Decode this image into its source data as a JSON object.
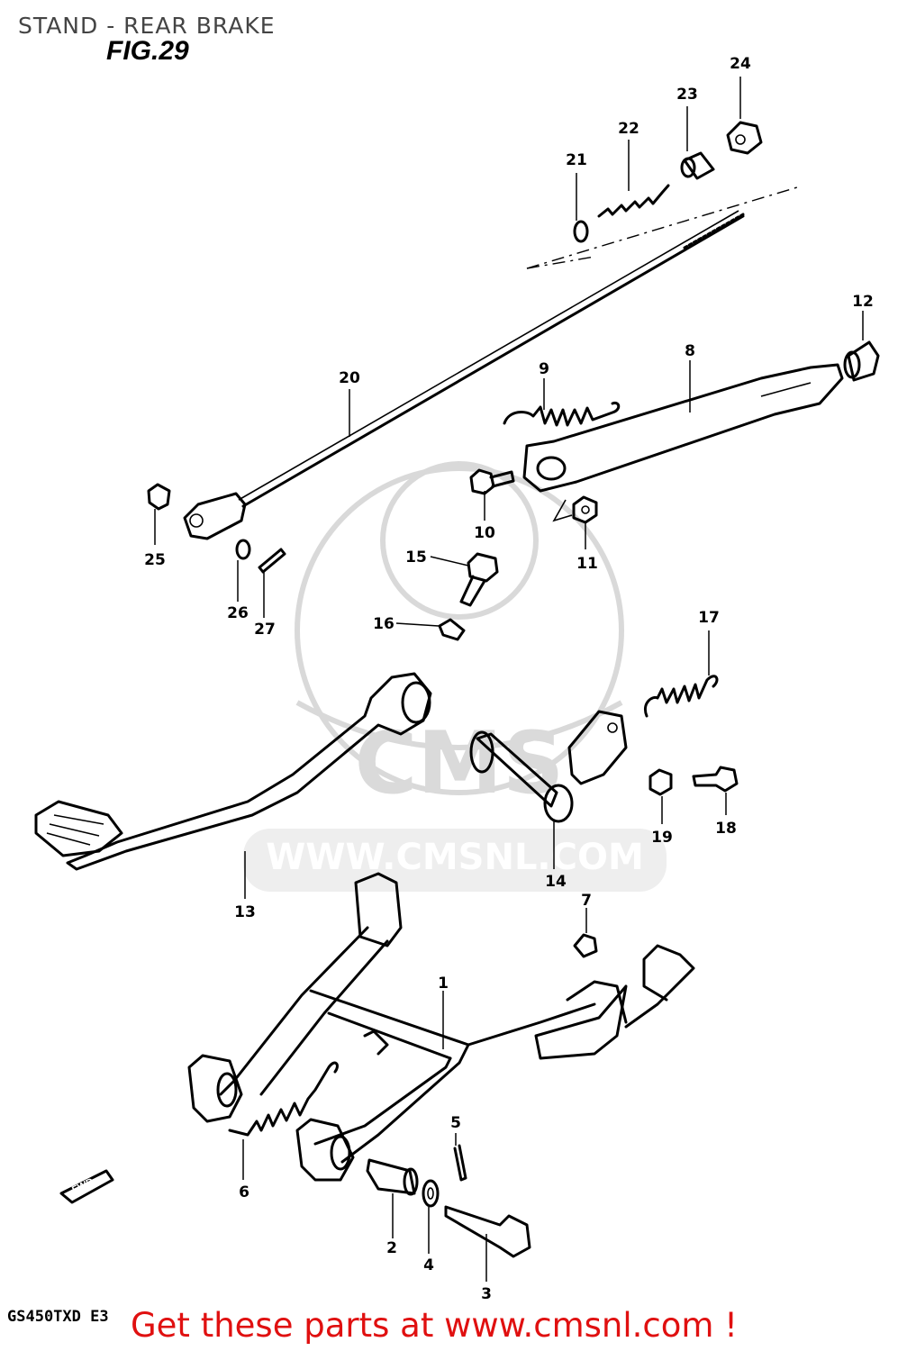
{
  "header": {
    "title": "STAND - REAR BRAKE",
    "figure": "FIG.29"
  },
  "watermark": {
    "brand": "CMS",
    "url": "WWW.CMSNL.COM"
  },
  "diagram": {
    "fwd_marker": "FWD",
    "callouts": [
      {
        "id": "1",
        "label": "1"
      },
      {
        "id": "2",
        "label": "2"
      },
      {
        "id": "3",
        "label": "3"
      },
      {
        "id": "4",
        "label": "4"
      },
      {
        "id": "5",
        "label": "5"
      },
      {
        "id": "6",
        "label": "6"
      },
      {
        "id": "7",
        "label": "7"
      },
      {
        "id": "8",
        "label": "8"
      },
      {
        "id": "9",
        "label": "9"
      },
      {
        "id": "10",
        "label": "10"
      },
      {
        "id": "11",
        "label": "11"
      },
      {
        "id": "12",
        "label": "12"
      },
      {
        "id": "13",
        "label": "13"
      },
      {
        "id": "14",
        "label": "14"
      },
      {
        "id": "15",
        "label": "15"
      },
      {
        "id": "16",
        "label": "16"
      },
      {
        "id": "17",
        "label": "17"
      },
      {
        "id": "18",
        "label": "18"
      },
      {
        "id": "19",
        "label": "19"
      },
      {
        "id": "20",
        "label": "20"
      },
      {
        "id": "21",
        "label": "21"
      },
      {
        "id": "22",
        "label": "22"
      },
      {
        "id": "23",
        "label": "23"
      },
      {
        "id": "24",
        "label": "24"
      },
      {
        "id": "25",
        "label": "25"
      },
      {
        "id": "26",
        "label": "26"
      },
      {
        "id": "27",
        "label": "27"
      }
    ]
  },
  "footer": {
    "model_code": "GS450TXD E3",
    "promo": "Get these parts at www.cmsnl.com !"
  },
  "colors": {
    "promo": "#e01010",
    "ink": "#000000",
    "watermark": "#d9d9d9"
  }
}
